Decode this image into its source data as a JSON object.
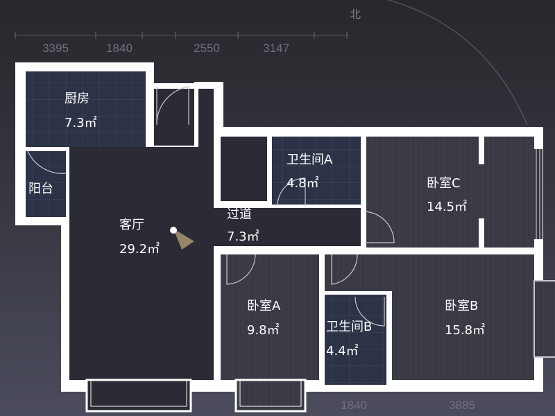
{
  "compass": {
    "north_label": "北"
  },
  "dimensions": {
    "top": [
      "3395",
      "1840",
      "2550",
      "3147"
    ],
    "bottom": [
      "1840",
      "3885"
    ]
  },
  "rooms": {
    "kitchen": {
      "name": "厨房",
      "area": "7.3㎡"
    },
    "balcony": {
      "name": "阳台"
    },
    "living": {
      "name": "客厅",
      "area": "29.2㎡"
    },
    "corridor": {
      "name": "过道",
      "area": "7.3㎡"
    },
    "bath_a": {
      "name": "卫生间A",
      "area": "4.8㎡"
    },
    "bedroom_c": {
      "name": "卧室C",
      "area": "14.5㎡"
    },
    "bedroom_a": {
      "name": "卧室A",
      "area": "9.8㎡"
    },
    "bath_b": {
      "name": "卫生间B",
      "area": "4.4㎡"
    },
    "bedroom_b": {
      "name": "卧室B",
      "area": "15.8㎡"
    }
  },
  "colors": {
    "tile": "#2c3347",
    "wood": "#3a3a44",
    "dark_floor": "#2a2b34",
    "wall": "#ffffff"
  }
}
